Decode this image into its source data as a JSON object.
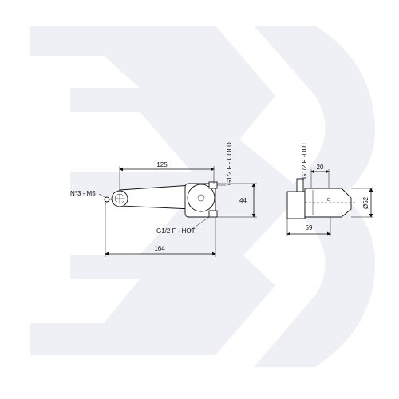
{
  "watermark": {
    "icon": "bb-logo",
    "color": "#eef0f5"
  },
  "front_view": {
    "dim_width": "125",
    "dim_overall": "164",
    "dim_height": "44",
    "label_screws": "N°3 - M5",
    "label_cold": "G1/2 F - COLD",
    "label_hot": "G1/2 F - HOT"
  },
  "side_view": {
    "dim_depth": "59",
    "dim_offset": "20",
    "dim_diameter": "Ø52",
    "label_out": "G1/2 F -OUT"
  }
}
